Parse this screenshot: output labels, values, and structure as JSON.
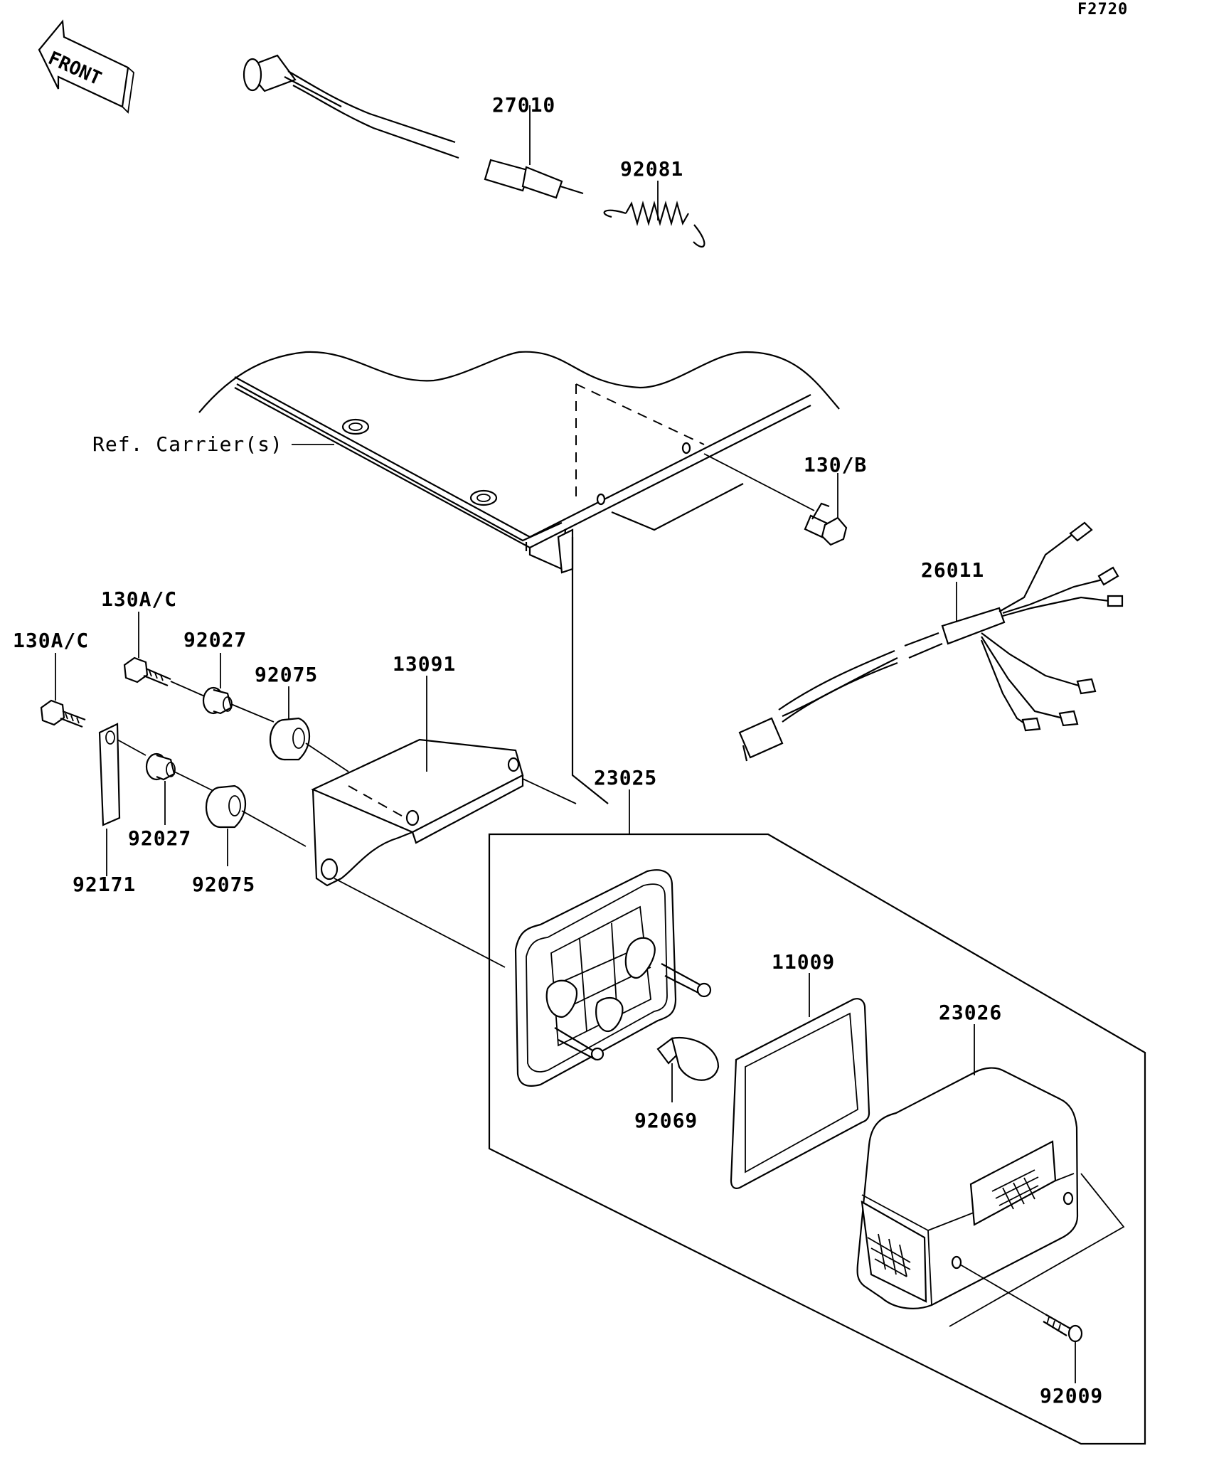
{
  "figure_code": "F2720",
  "direction_label": "FRONT",
  "reference_label": "Ref. Carrier(s)",
  "part_numbers": {
    "p27010": "27010",
    "p92081": "92081",
    "p130b": "130/B",
    "p26011": "26011",
    "p130ac_top": "130A/C",
    "p130ac_left": "130A/C",
    "p92027_top": "92027",
    "p92075_top": "92075",
    "p13091": "13091",
    "p92027_bottom": "92027",
    "p92075_bottom": "92075",
    "p92171": "92171",
    "p23025": "23025",
    "p11009": "11009",
    "p23026": "23026",
    "p92069": "92069",
    "p92009": "92009"
  }
}
